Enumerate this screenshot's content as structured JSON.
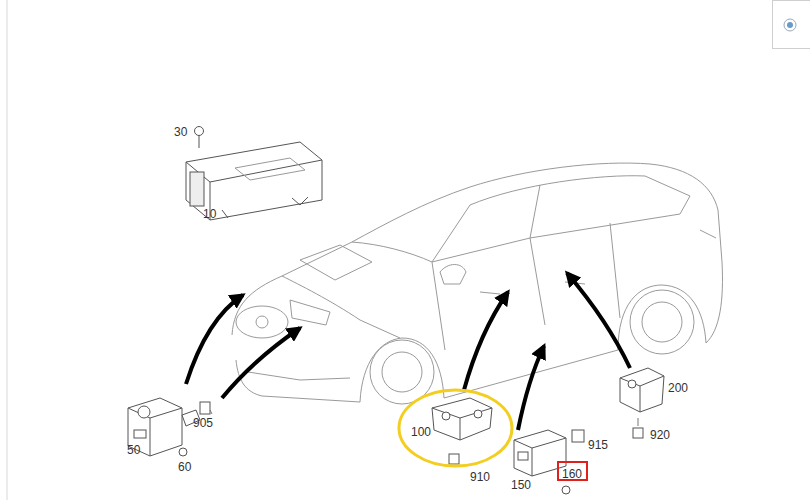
{
  "diagram": {
    "nodes": [
      {
        "text": [
          "100"
        ]
      },
      {
        "text": [
          "160"
        ]
      }
    ],
    "labels": [
      "30",
      "10",
      "50",
      "905",
      "60",
      "910",
      "150",
      "915",
      "200",
      "920"
    ]
  }
}
